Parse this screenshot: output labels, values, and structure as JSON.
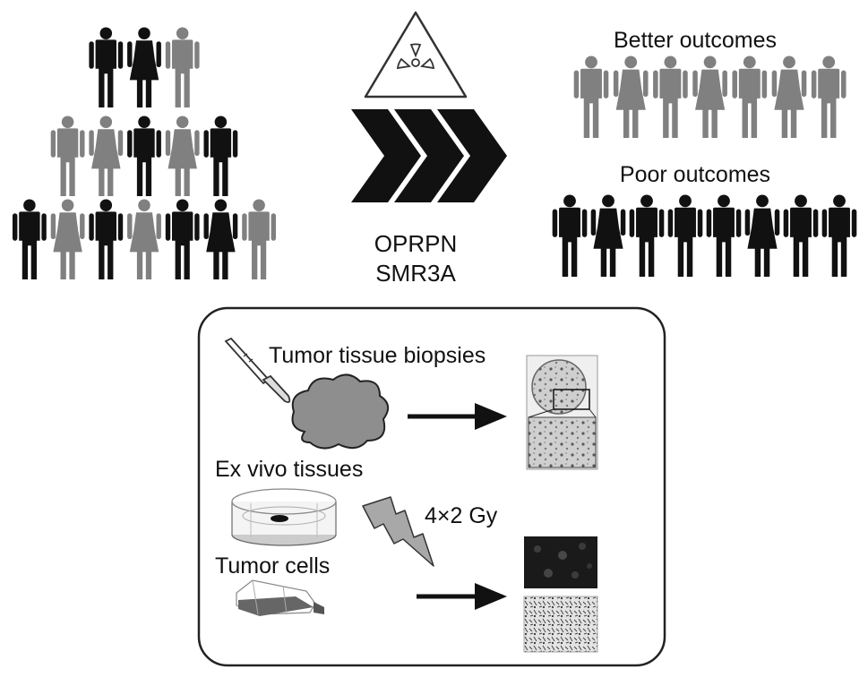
{
  "colors": {
    "dark_figure": "#111111",
    "gray_figure": "#808080",
    "panel_border": "#222222",
    "arrow": "#111111",
    "chevron": "#111111"
  },
  "icons": {
    "radiation": "radiation-warning-triangle",
    "scalpel": "scalpel",
    "tissue": "tissue-cloud",
    "lightning": "lightning-bolt"
  },
  "cohort": {
    "rows": [
      [
        "dark-male",
        "dark-female",
        "gray-male"
      ],
      [
        "gray-male",
        "gray-female",
        "dark-male",
        "gray-female",
        "dark-male"
      ],
      [
        "dark-male",
        "gray-female",
        "dark-male",
        "gray-female",
        "dark-male",
        "dark-female",
        "gray-male"
      ]
    ]
  },
  "center": {
    "marker_line1": "OPRPN",
    "marker_line2": "SMR3A"
  },
  "outcomes": {
    "better_label": "Better outcomes",
    "better_figures": [
      "male",
      "female",
      "male",
      "female",
      "male",
      "female",
      "male"
    ],
    "poor_label": "Poor outcomes",
    "poor_figures": [
      "male",
      "female",
      "male",
      "male",
      "male",
      "female",
      "male",
      "male"
    ]
  },
  "panel": {
    "biopsy_label": "Tumor tissue biopsies",
    "exvivo_label": "Ex vivo tissues",
    "dose_label": "4×2 Gy",
    "cells_label": "Tumor cells"
  }
}
